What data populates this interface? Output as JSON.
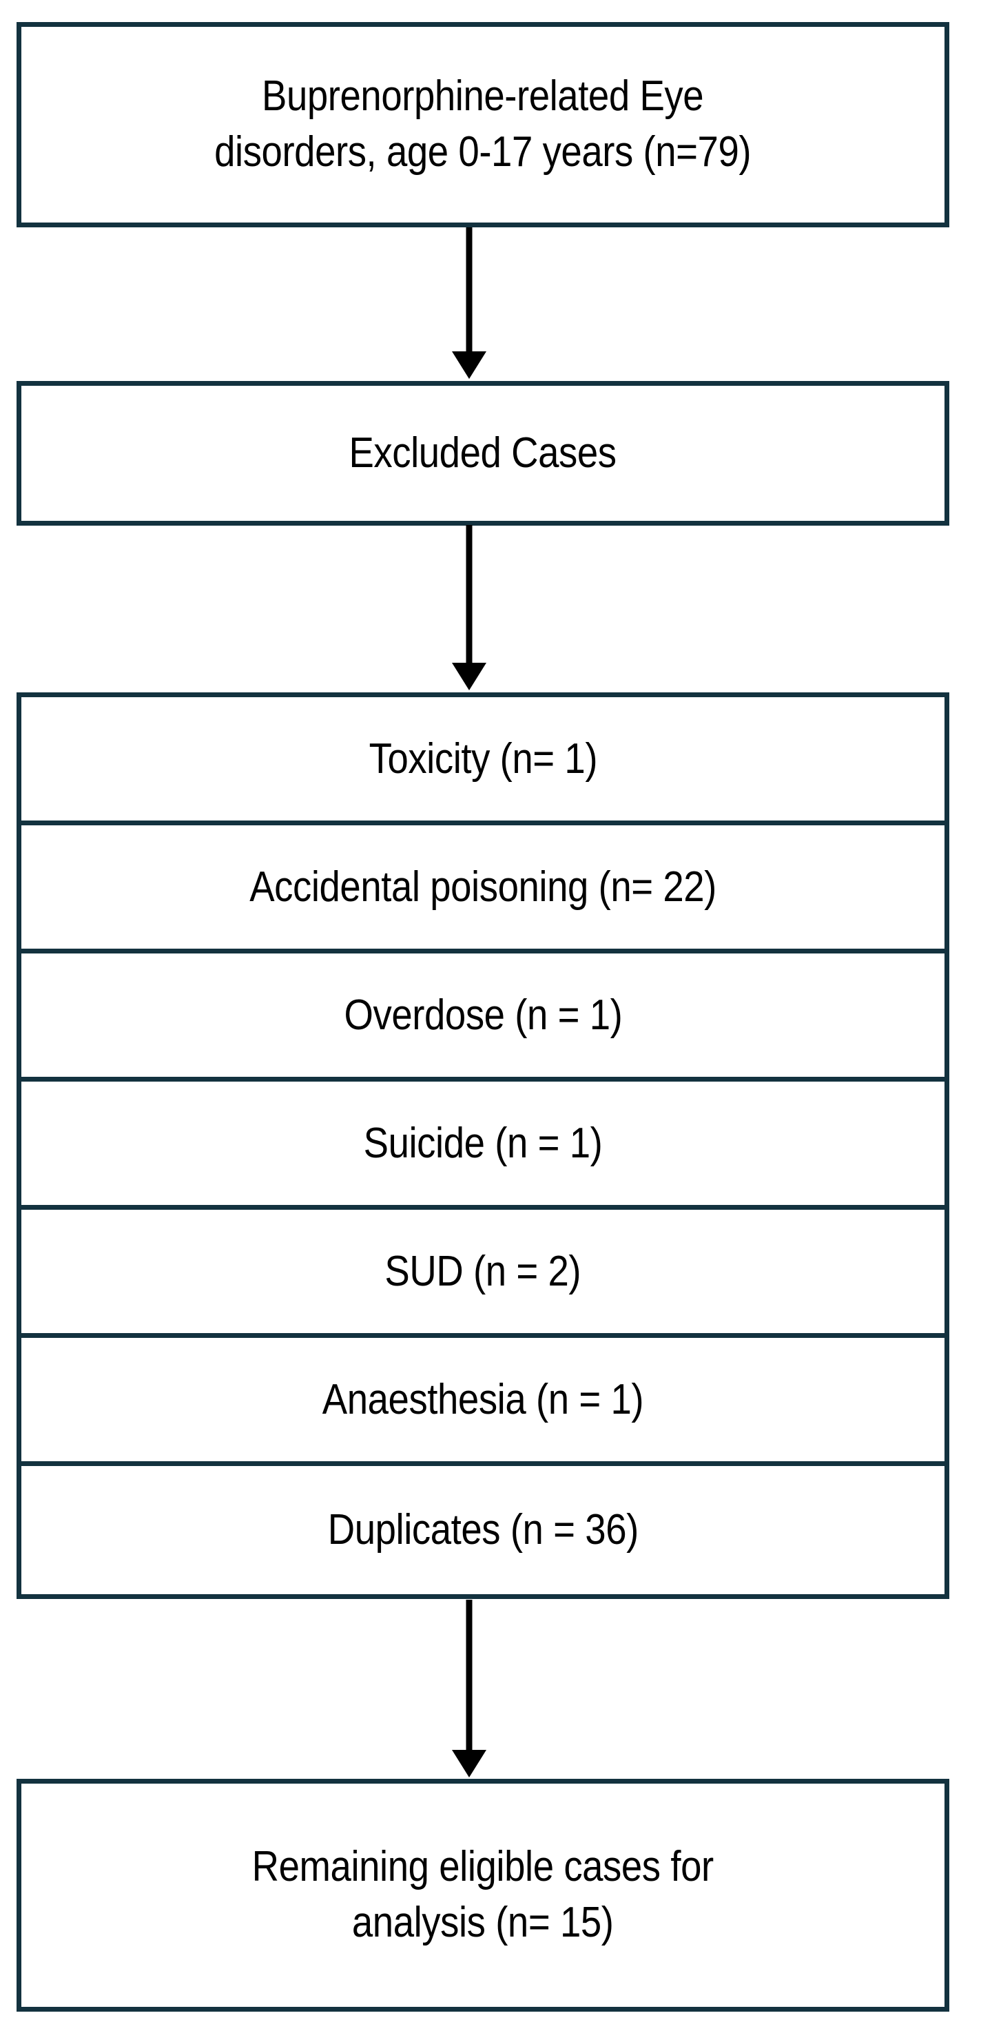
{
  "diagram": {
    "type": "flowchart",
    "title": "Case selection flow diagram",
    "stroke_color": "#13323f",
    "background_color": "#ffffff",
    "orientation": "top-to-bottom"
  },
  "nodes": {
    "source": {
      "id": "source-population",
      "text": "Buprenorphine-related Eye\ndisorders, age 0-17 years (n=79)",
      "count": 79
    },
    "excluded": {
      "id": "excluded-cases",
      "text": "Excluded Cases"
    },
    "final": {
      "id": "remaining-eligible",
      "text": "Remaining eligible cases for\nanalysis (n= 15)",
      "count": 15
    }
  },
  "exclusion_reasons": [
    {
      "label": "Toxicity (n= 1)",
      "reason": "Toxicity",
      "count": 1
    },
    {
      "label": "Accidental poisoning (n= 22)",
      "reason": "Accidental poisoning",
      "count": 22
    },
    {
      "label": "Overdose (n = 1)",
      "reason": "Overdose",
      "count": 1
    },
    {
      "label": "Suicide (n = 1)",
      "reason": "Suicide",
      "count": 1
    },
    {
      "label": "SUD (n = 2)",
      "reason": "SUD",
      "count": 2
    },
    {
      "label": "Anaesthesia (n = 1)",
      "reason": "Anaesthesia",
      "count": 1
    },
    {
      "label": "Duplicates (n = 36)",
      "reason": "Duplicates",
      "count": 36
    }
  ],
  "connectors": [
    {
      "id": "arrow-source-to-excluded",
      "from": "source",
      "to": "excluded",
      "style": "solid-down-arrow"
    },
    {
      "id": "arrow-excluded-to-list",
      "from": "excluded",
      "to": "exclusion-list",
      "style": "solid-down-arrow"
    },
    {
      "id": "arrow-list-to-final",
      "from": "exclusion-list",
      "to": "final",
      "style": "solid-down-arrow"
    }
  ]
}
